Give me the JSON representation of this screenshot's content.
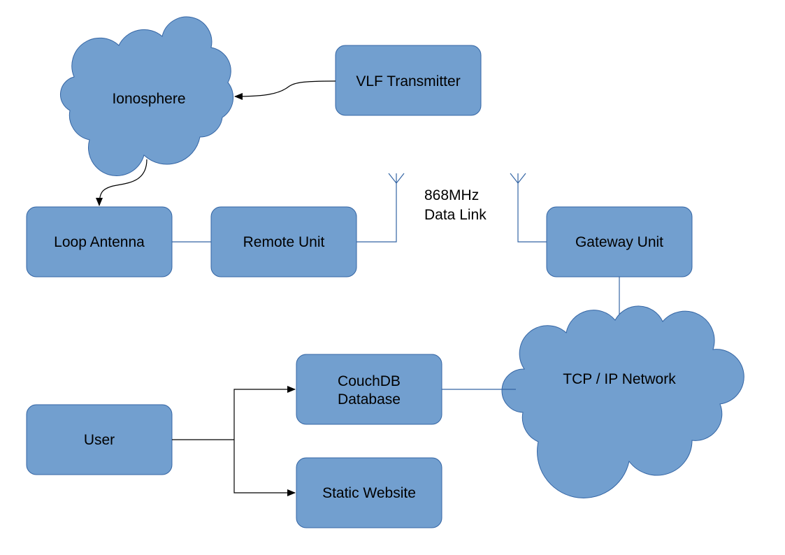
{
  "nodes": {
    "ionosphere": "Ionosphere",
    "vlf_transmitter": "VLF Transmitter",
    "loop_antenna": "Loop Antenna",
    "remote_unit": "Remote Unit",
    "gateway_unit": "Gateway Unit",
    "tcp_ip_network": "TCP / IP Network",
    "couchdb_line1": "CouchDB",
    "couchdb_line2": "Database",
    "user": "User",
    "static_website": "Static Website"
  },
  "data_link": {
    "line1": "868MHz",
    "line2": "Data Link"
  },
  "colors": {
    "node_fill": "#729fcf",
    "node_stroke": "#3465a4",
    "arrow": "#000000"
  }
}
